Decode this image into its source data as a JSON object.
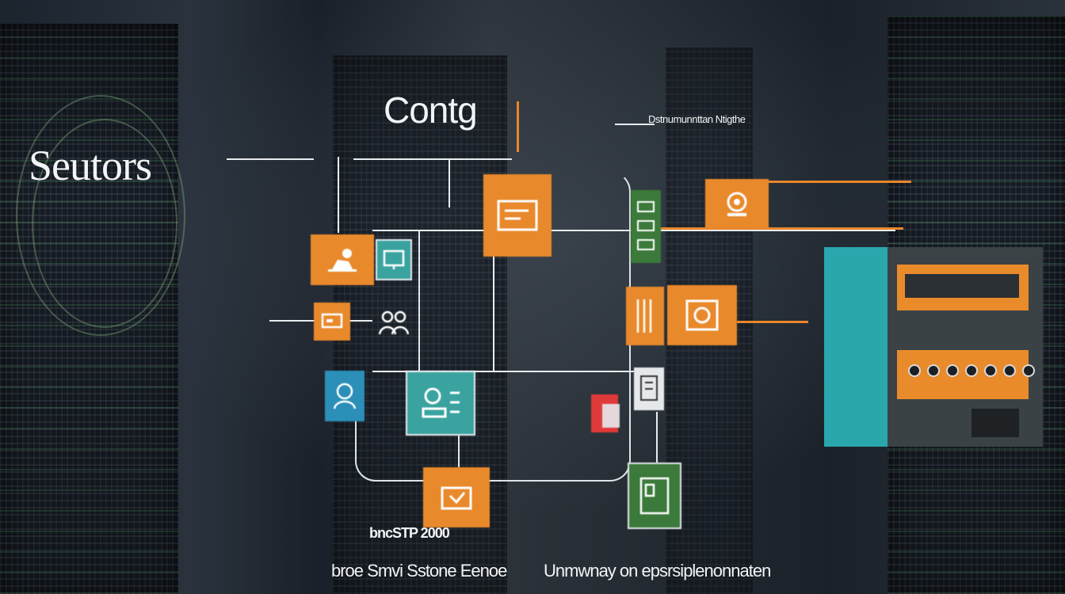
{
  "labels": {
    "sectors": "Seutors",
    "config": "Contg",
    "small_caption": "Dstnumunnttan Ntigthe",
    "number": "bncSTP 2000",
    "caption_left": "broe Smvi Sstone Eenoe",
    "caption_right": "Unmwnay on epsrsiplenonnaten"
  },
  "icons": [
    "document-icon",
    "user-desk-icon",
    "monitor-icon",
    "device-icon",
    "people-icon",
    "gear-icon",
    "chat-icon",
    "flag-icon",
    "settings-icon",
    "barcode-icon",
    "printer-icon",
    "lock-icon"
  ],
  "colors": {
    "orange": "#e8892c",
    "teal": "#3aa3a0",
    "cyan": "#2b8fb8",
    "green": "#3b7a3a",
    "red": "#e0393a",
    "line": "#e8ecef"
  }
}
